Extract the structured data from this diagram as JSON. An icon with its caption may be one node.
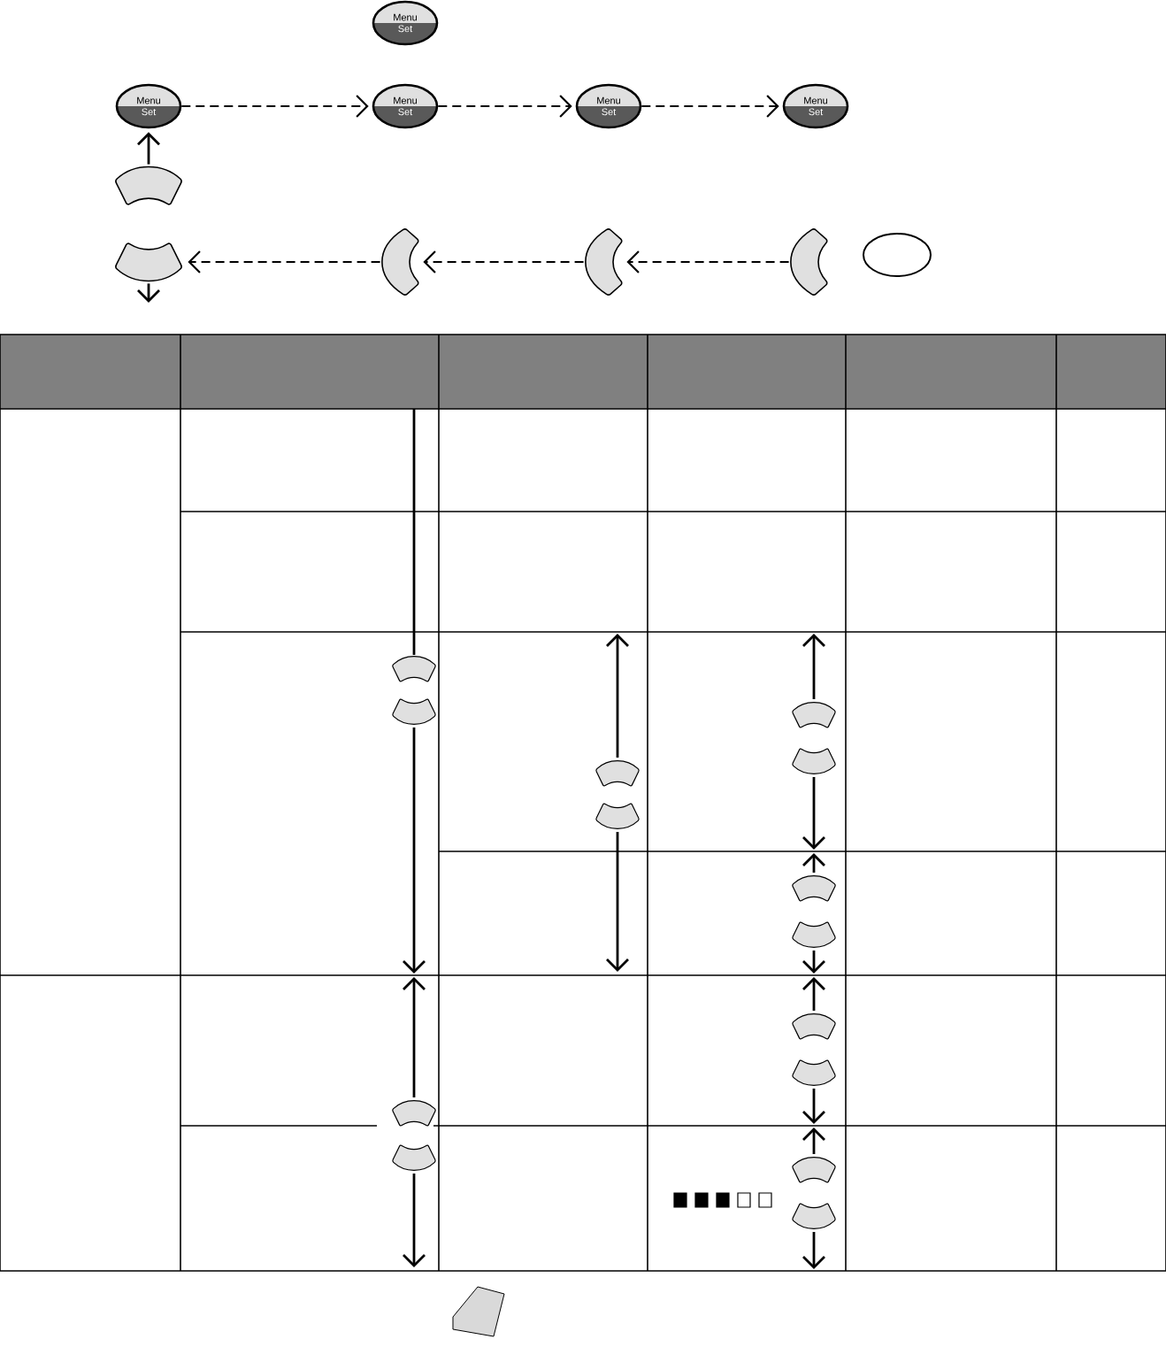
{
  "diagram": {
    "nodes": [
      {
        "text": [
          "Menu",
          "Set"
        ]
      },
      {
        "text": [
          "Menu",
          "Set"
        ]
      },
      {
        "text": [
          "Menu",
          "Set"
        ]
      },
      {
        "text": [
          "Menu",
          "Set"
        ]
      },
      {
        "text": [
          "Menu",
          "Set"
        ]
      },
      {
        "text": [],
        "shape": "button"
      },
      {
        "text": [],
        "shape": "button"
      },
      {
        "text": [],
        "shape": "button"
      },
      {
        "text": [],
        "shape": "button"
      },
      {
        "text": [],
        "shape": "button"
      },
      {
        "text": [],
        "shape": "oval"
      }
    ],
    "edges": [
      {
        "from": 1,
        "to": 2,
        "arrow": "to",
        "style": "dashed"
      },
      {
        "from": 2,
        "to": 3,
        "arrow": "to",
        "style": "dashed"
      },
      {
        "from": 3,
        "to": 4,
        "arrow": "to",
        "style": "dashed"
      },
      {
        "from": 5,
        "to": 1,
        "arrow": "to"
      },
      {
        "from": 9,
        "to": 8,
        "arrow": "to",
        "style": "dashed"
      },
      {
        "from": 8,
        "to": 7,
        "arrow": "to",
        "style": "dashed"
      },
      {
        "from": 7,
        "to": 6,
        "arrow": "to",
        "style": "dashed"
      },
      {
        "from": 6,
        "to": null,
        "arrow": "to"
      }
    ]
  }
}
